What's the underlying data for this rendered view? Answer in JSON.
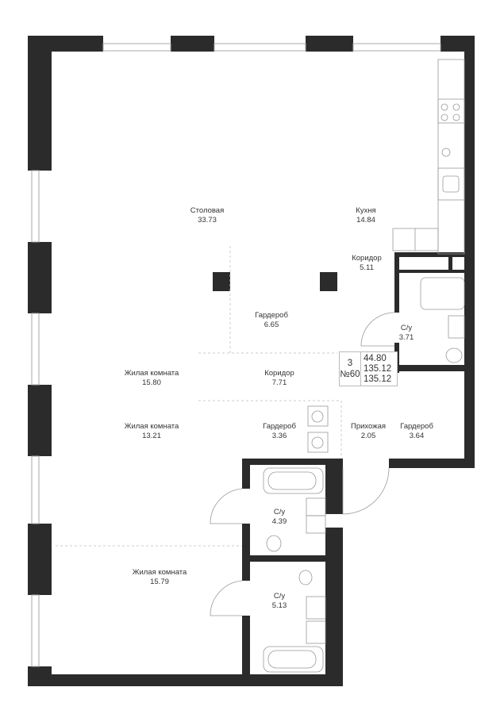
{
  "rooms": [
    {
      "name": "Столовая",
      "area": "33.73"
    },
    {
      "name": "Кухня",
      "area": "14.84"
    },
    {
      "name": "Коридор",
      "area": "5.11"
    },
    {
      "name": "Гардероб",
      "area": "6.65"
    },
    {
      "name": "С/у",
      "area": "3.71"
    },
    {
      "name": "Жилая комната",
      "area": "15.80"
    },
    {
      "name": "Коридор",
      "area": "7.71"
    },
    {
      "name": "Жилая комната",
      "area": "13.21"
    },
    {
      "name": "Гардероб",
      "area": "3.36"
    },
    {
      "name": "Прихожая",
      "area": "2.05"
    },
    {
      "name": "Гардероб",
      "area": "3.64"
    },
    {
      "name": "С/у",
      "area": "4.39"
    },
    {
      "name": "Жилая комната",
      "area": "15.79"
    },
    {
      "name": "С/у",
      "area": "5.13"
    }
  ],
  "info": {
    "rooms_count": "3",
    "number": "№60",
    "living_area": "44.80",
    "total_area": "135.12",
    "total_area_2": "135.12"
  },
  "colors": {
    "wall": "#2b2b2b",
    "line": "#bbbbbb"
  }
}
